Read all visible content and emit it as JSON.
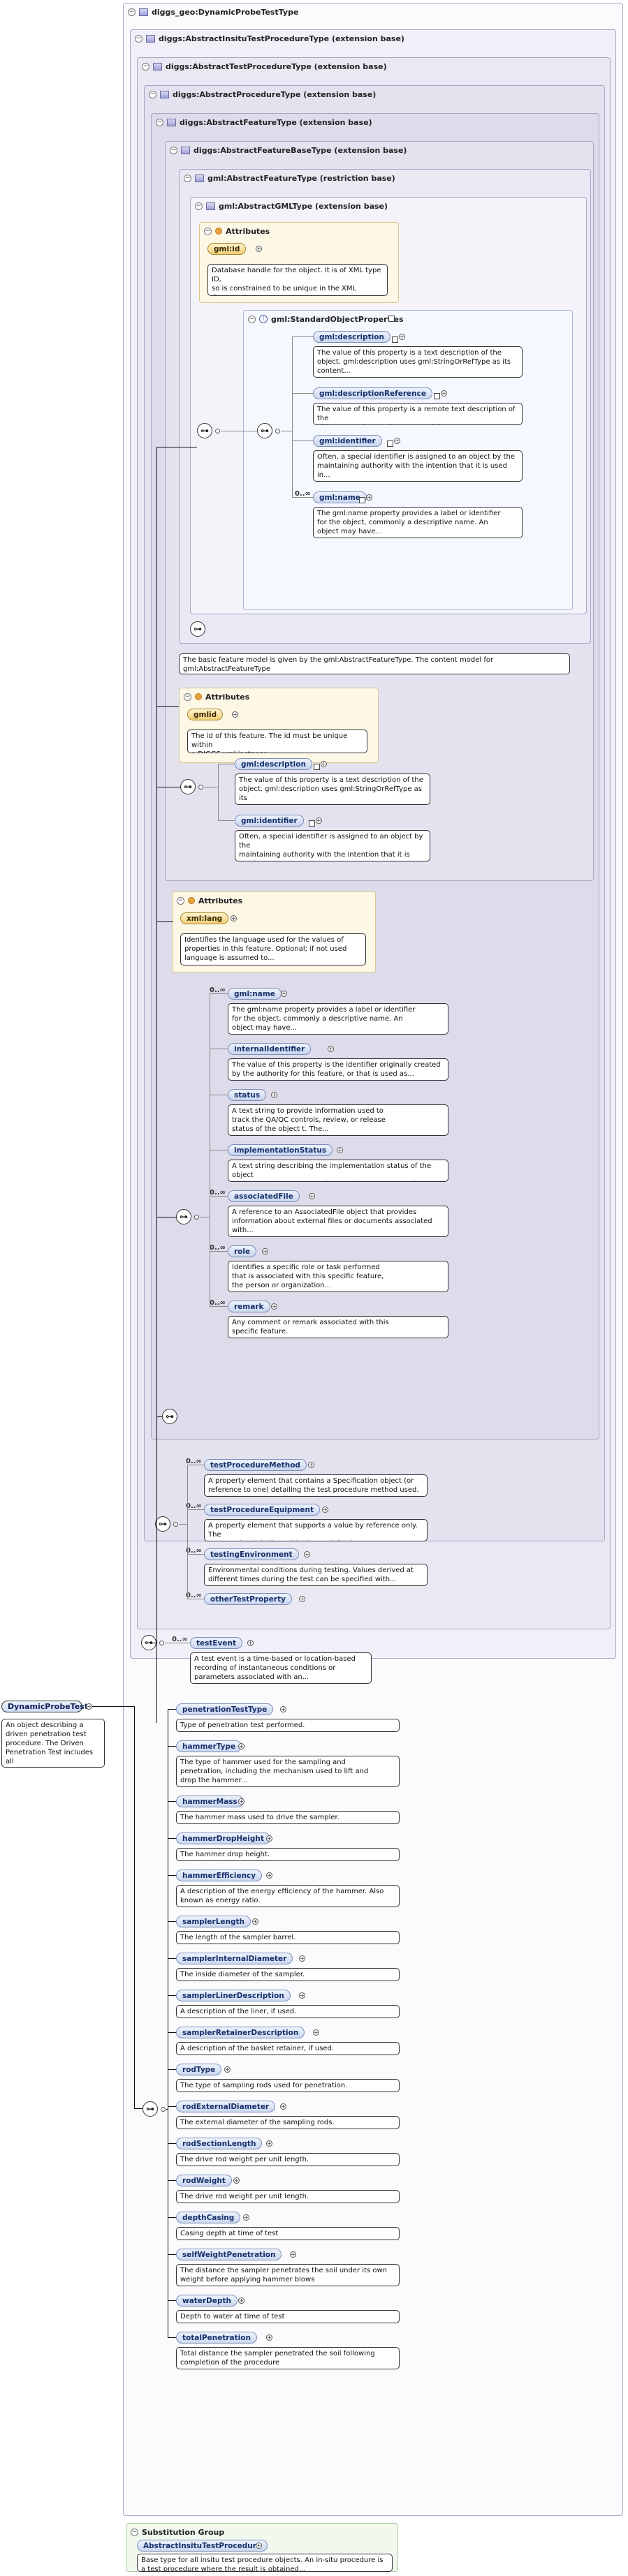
{
  "root": {
    "element_name": "diggs_geo:DynamicProbeTestType",
    "root_pill": "DynamicProbeTest",
    "root_desc": "An object describing a\ndriven penetration test\nprocedure. The Driven\nPenetration Test includes all\nmethods that involve..."
  },
  "extensions": [
    {
      "label": "diggs:AbstractInsituTestProcedureType (extension base)"
    },
    {
      "label": "diggs:AbstractTestProcedureType (extension base)"
    },
    {
      "label": "diggs:AbstractProcedureType (extension base)"
    },
    {
      "label": "diggs:AbstractFeatureType (extension base)"
    },
    {
      "label": "diggs:AbstractFeatureBaseType (extension base)"
    },
    {
      "label": "gml:AbstractFeatureType (restriction base)"
    },
    {
      "label": "gml:AbstractGMLType (extension base)"
    }
  ],
  "gml_attrs": {
    "header": "Attributes",
    "attr_name": "gml:id",
    "attr_desc": "Database handle for the object. It is of XML type ID,\nso is constrained to be unique in the XML document\nwithin which..."
  },
  "std_props": {
    "group_name": "gml:StandardObjectProperties",
    "items": [
      {
        "name": "gml:description",
        "desc": "The value of this property is a text description of the\nobject. gml:description uses gml:StringOrRefType as its\ncontent..."
      },
      {
        "name": "gml:descriptionReference",
        "desc": "The value of this property is a remote text description of the\nobject. The xlink:href attribute of the..."
      },
      {
        "name": "gml:identifier",
        "desc": "Often, a special identifier is assigned to an object by the\nmaintaining authority with the intention that it is used\nin..."
      },
      {
        "name": "gml:name",
        "card": "0..∞",
        "desc": "The gml:name property provides a label or identifier\nfor the object, commonly a descriptive name. An\nobject may have..."
      }
    ]
  },
  "feature_note": "The basic feature model is given by the gml:AbstractFeatureType. The content model for gml:AbstractFeatureType\nadds two...",
  "feature_attrs": {
    "header": "Attributes",
    "attr_name": "gmlid",
    "attr_desc": "The id of this feature. The id must be unique within\na DIGGS xml instance."
  },
  "feature_base_items": [
    {
      "name": "gml:description",
      "desc": "The value of this property is a text description of the\nobject. gml:description uses gml:StringOrRefType as its\ncontent..."
    },
    {
      "name": "gml:identifier",
      "desc": "Often, a special identifier is assigned to an object by the\nmaintaining authority with the intention that it is used\nin..."
    }
  ],
  "feature_lang": {
    "header": "Attributes",
    "attr_name": "xml:lang",
    "attr_desc": "Identifies the language used for the values of\nproperties in this feature. Optional; if not used\nlanguage is assumed to..."
  },
  "feature_items": [
    {
      "name": "gml:name",
      "card": "0..∞",
      "desc": "The gml:name property provides a label or identifier\nfor the object, commonly a descriptive name. An\nobject may have..."
    },
    {
      "name": "internalIdentifier",
      "desc": "The value of this property is the identifier originally created\nby the authority for this feature, or that is used as..."
    },
    {
      "name": "status",
      "desc": "A text string to provide information used to\ntrack the QA/QC controls, review, or release\nstatus of the object t. The..."
    },
    {
      "name": "implementationStatus",
      "desc": "A text string describing the implementation status of the object\nor the completion status of the activity. Termes used..."
    },
    {
      "name": "associatedFile",
      "card": "0..∞",
      "desc": "A reference to an AssociatedFile object that provides\ninformation about external files or documents associated\nwith..."
    },
    {
      "name": "role",
      "card": "0..∞",
      "desc": "Identifies a specific role or task performed\nthat is associated with this specific feature,\nthe person or organization..."
    },
    {
      "name": "remark",
      "card": "0..∞",
      "desc": "Any comment or remark associated with this\nspecific feature."
    }
  ],
  "procedure_items": [
    {
      "name": "testProcedureMethod",
      "card": "0..∞",
      "desc": "A property element that contains a Specification object (or\nreference to one) detailing the test procedure method used."
    },
    {
      "name": "testProcedureEquipment",
      "card": "0..∞",
      "desc": "A property element that supports a value by reference only. The\ntarget value is indicated in the appinfo element."
    },
    {
      "name": "testingEnvironment",
      "card": "0..∞",
      "desc": "Environmental conditions during testing. Values derived at\ndifferent times during the test can be specified with..."
    },
    {
      "name": "otherTestProperty",
      "card": "0..∞",
      "desc": ""
    }
  ],
  "insitu_item": {
    "name": "testEvent",
    "card": "0..∞",
    "desc": "A test event is a time-based or location-based\nrecording of instantaneous conditions or\nparameters associated with an..."
  },
  "dp_items": [
    {
      "name": "penetrationTestType",
      "desc": "Type of penetration test performed."
    },
    {
      "name": "hammerType",
      "desc": "The type of hammer used for the sampling and\npenetration, including the mechanism used to lift and\ndrop the hammer..."
    },
    {
      "name": "hammerMass",
      "desc": "The hammer mass used to drive the sampler."
    },
    {
      "name": "hammerDropHeight",
      "desc": "The hammer drop height."
    },
    {
      "name": "hammerEfficiency",
      "desc": "A description of the energy efficiency of the hammer. Also\nknown as energy ratio."
    },
    {
      "name": "samplerLength",
      "desc": "The length of the sampler barrel."
    },
    {
      "name": "samplerInternalDiameter",
      "desc": "The inside diameter of the sampler."
    },
    {
      "name": "samplerLinerDescription",
      "desc": "A description of the liner, if used."
    },
    {
      "name": "samplerRetainerDescription",
      "desc": "A description of the basket retainer, if used."
    },
    {
      "name": "rodType",
      "desc": "The type of sampling rods used for penetration."
    },
    {
      "name": "rodExternalDiameter",
      "desc": "The external diameter of the sampling rods."
    },
    {
      "name": "rodSectionLength",
      "desc": "The drive rod weight per unit length."
    },
    {
      "name": "rodWeight",
      "desc": "The drive rod weight per unit length."
    },
    {
      "name": "depthCasing",
      "desc": "Casing depth at time of test"
    },
    {
      "name": "selfWeightPenetration",
      "desc": "The distance the sampler penetrates the soil under its own\nweight before applying hammer blows"
    },
    {
      "name": "waterDepth",
      "desc": "Depth to water at time of test"
    },
    {
      "name": "totalPenetration",
      "desc": "Total distance the sampler penetrated the soil following\ncompletion of the procedure"
    }
  ],
  "substitution": {
    "header": "Substitution Group",
    "item": "AbstractInsituTestProcedure",
    "desc": "Base type for all insitu test procedure objects. An in-situ procedure is\na test procedure where the result is obtained..."
  }
}
